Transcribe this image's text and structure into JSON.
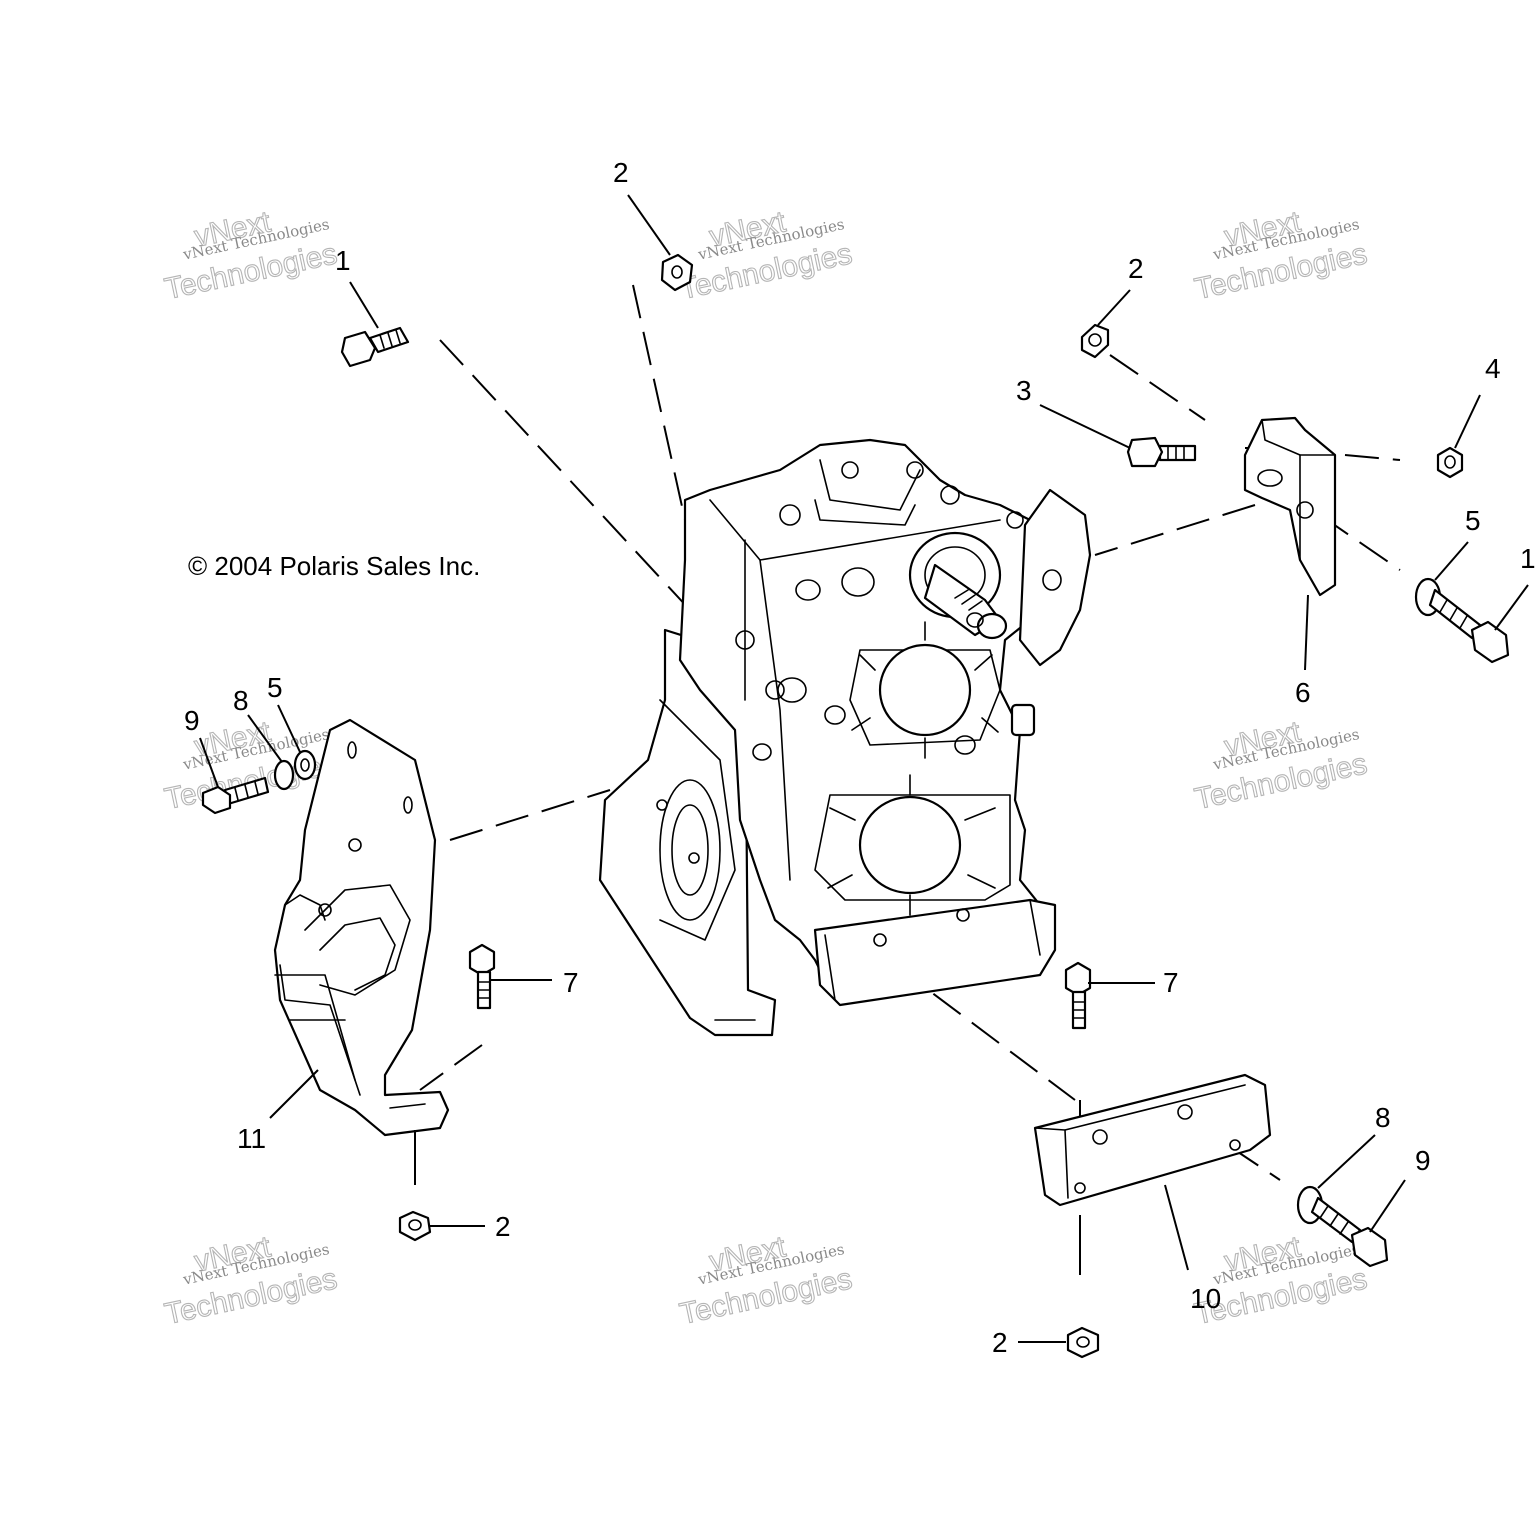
{
  "copyright": "© 2004 Polaris Sales Inc.",
  "watermark": {
    "line1": "vNext Technologies",
    "line2": "vNext",
    "line3": "Technologies"
  },
  "callouts": {
    "c1_top": "1",
    "c2_top": "2",
    "c2_right": "2",
    "c3": "3",
    "c4": "4",
    "c5_right": "5",
    "c1_right": "1",
    "c6": "6",
    "c9_left": "9",
    "c8_left": "8",
    "c5_left": "5",
    "c7_left": "7",
    "c7_right": "7",
    "c11": "11",
    "c2_bottom_left": "2",
    "c8_right": "8",
    "c9_right": "9",
    "c10": "10",
    "c2_bottom_right": "2"
  }
}
